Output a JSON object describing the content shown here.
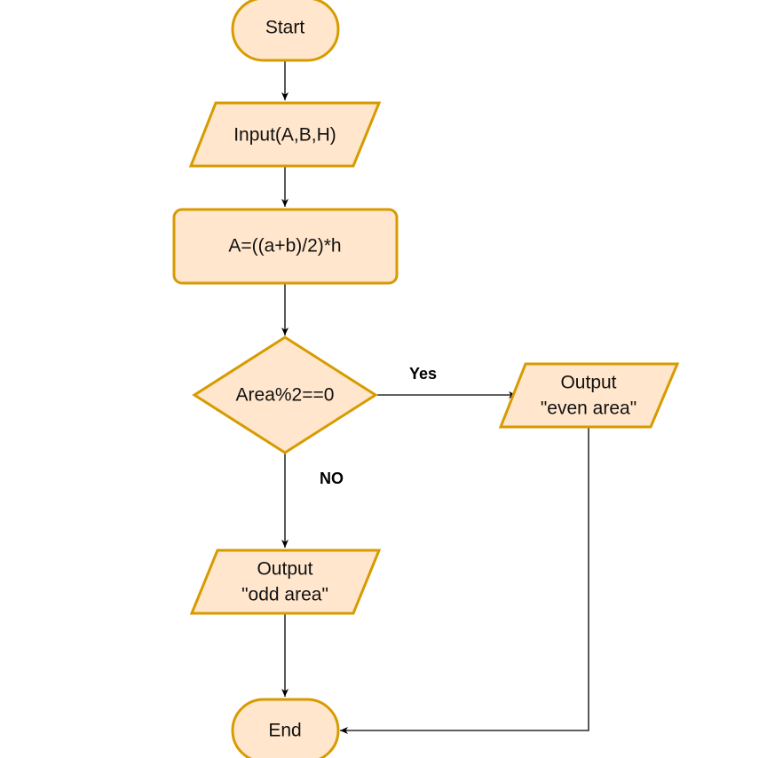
{
  "nodes": {
    "start": {
      "label": "Start"
    },
    "input": {
      "label": "Input(A,B,H)"
    },
    "process": {
      "label": "A=((a+b)/2)*h"
    },
    "decision": {
      "label": "Area%2==0"
    },
    "output_even": {
      "line1": "Output",
      "line2": "\"even area\""
    },
    "output_odd": {
      "line1": "Output",
      "line2": "\"odd area\""
    },
    "end": {
      "label": "End"
    }
  },
  "edges": {
    "yes_label": "Yes",
    "no_label": "NO"
  },
  "colors": {
    "shape_fill": "#ffe6cc",
    "shape_stroke": "#d79b00",
    "edge": "#000000"
  }
}
